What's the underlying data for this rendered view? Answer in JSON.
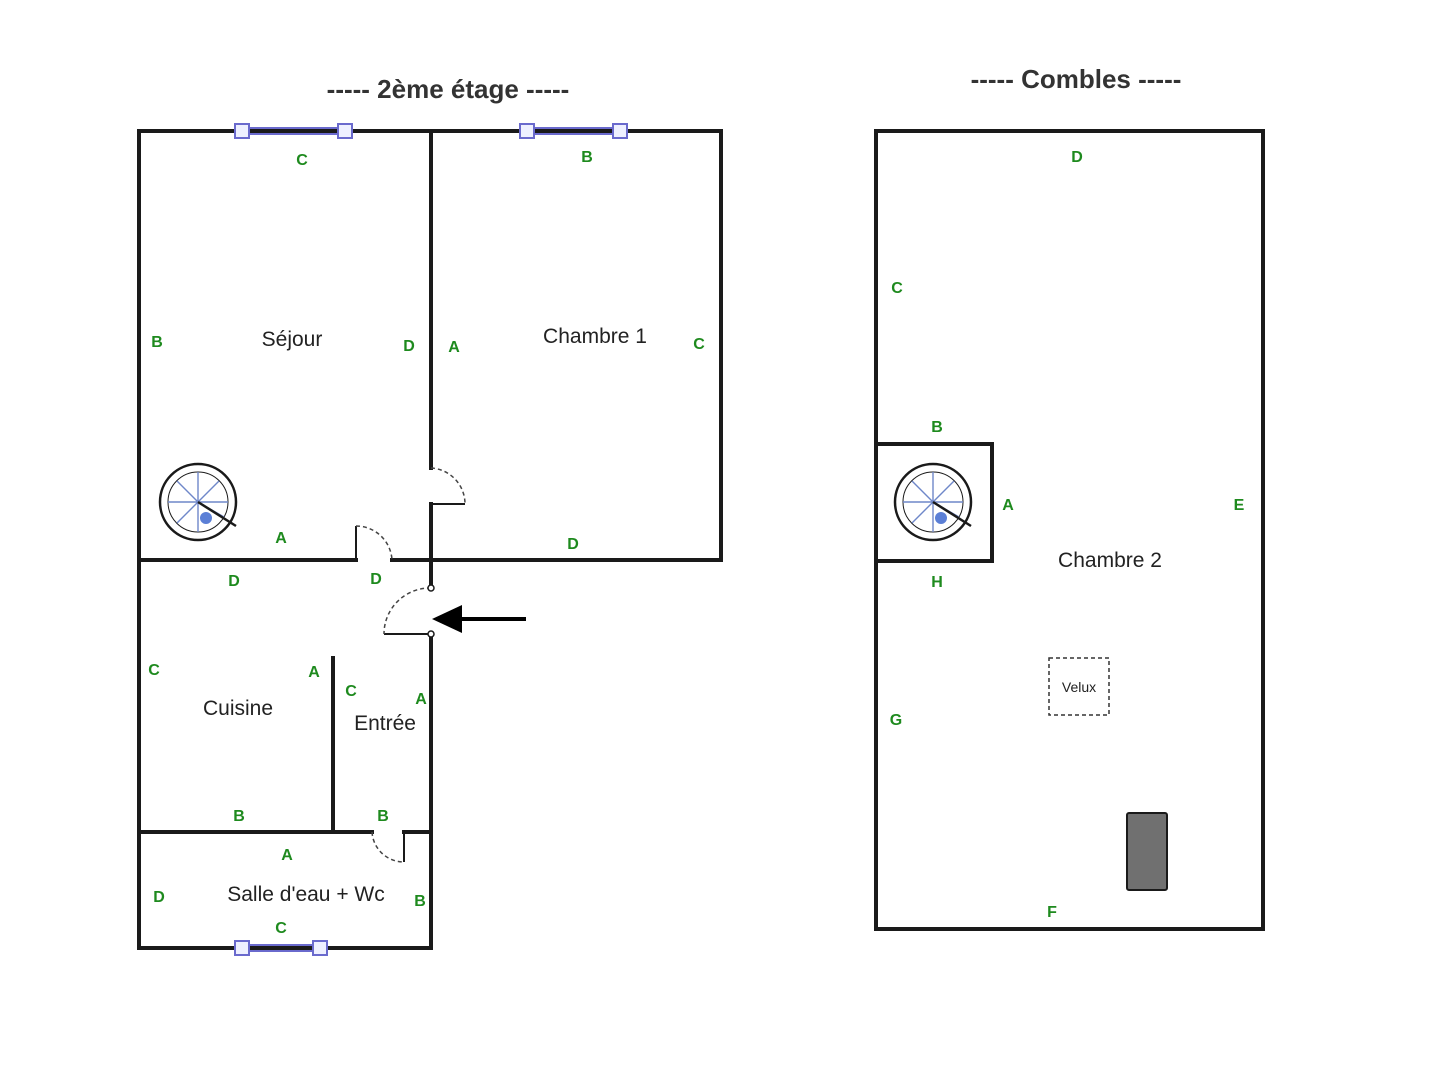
{
  "floors": [
    {
      "title": "-----  2ème étage  -----",
      "rooms": {
        "sejour": "Séjour",
        "chambre1": "Chambre 1",
        "cuisine": "Cuisine",
        "entree": "Entrée",
        "salle_eau": "Salle d'eau + Wc"
      },
      "wall_labels": {
        "sejour": [
          "C",
          "B",
          "D",
          "A",
          "D"
        ],
        "chambre1": [
          "B",
          "A",
          "C",
          "D"
        ],
        "entree_d": "D",
        "cuisine": [
          "C",
          "A",
          "B"
        ],
        "entree": [
          "C",
          "A",
          "B"
        ],
        "salle_eau": [
          "A",
          "D",
          "B",
          "C"
        ]
      }
    },
    {
      "title": "-----  Combles  -----",
      "rooms": {
        "chambre2": "Chambre 2",
        "velux": "Velux"
      },
      "wall_labels": {
        "chambre2": [
          "D",
          "C",
          "B",
          "A",
          "E",
          "H",
          "G",
          "F"
        ]
      }
    }
  ],
  "colors": {
    "wall": "#1a1a1a",
    "wall_label": "#1e8a1e",
    "window": "#6a6acd",
    "stair": "#6f87c9",
    "chimney": "#707070"
  },
  "icons": [
    "spiral-staircase-icon",
    "entrance-arrow-icon",
    "chimney-icon",
    "window-icon",
    "door-icon"
  ]
}
